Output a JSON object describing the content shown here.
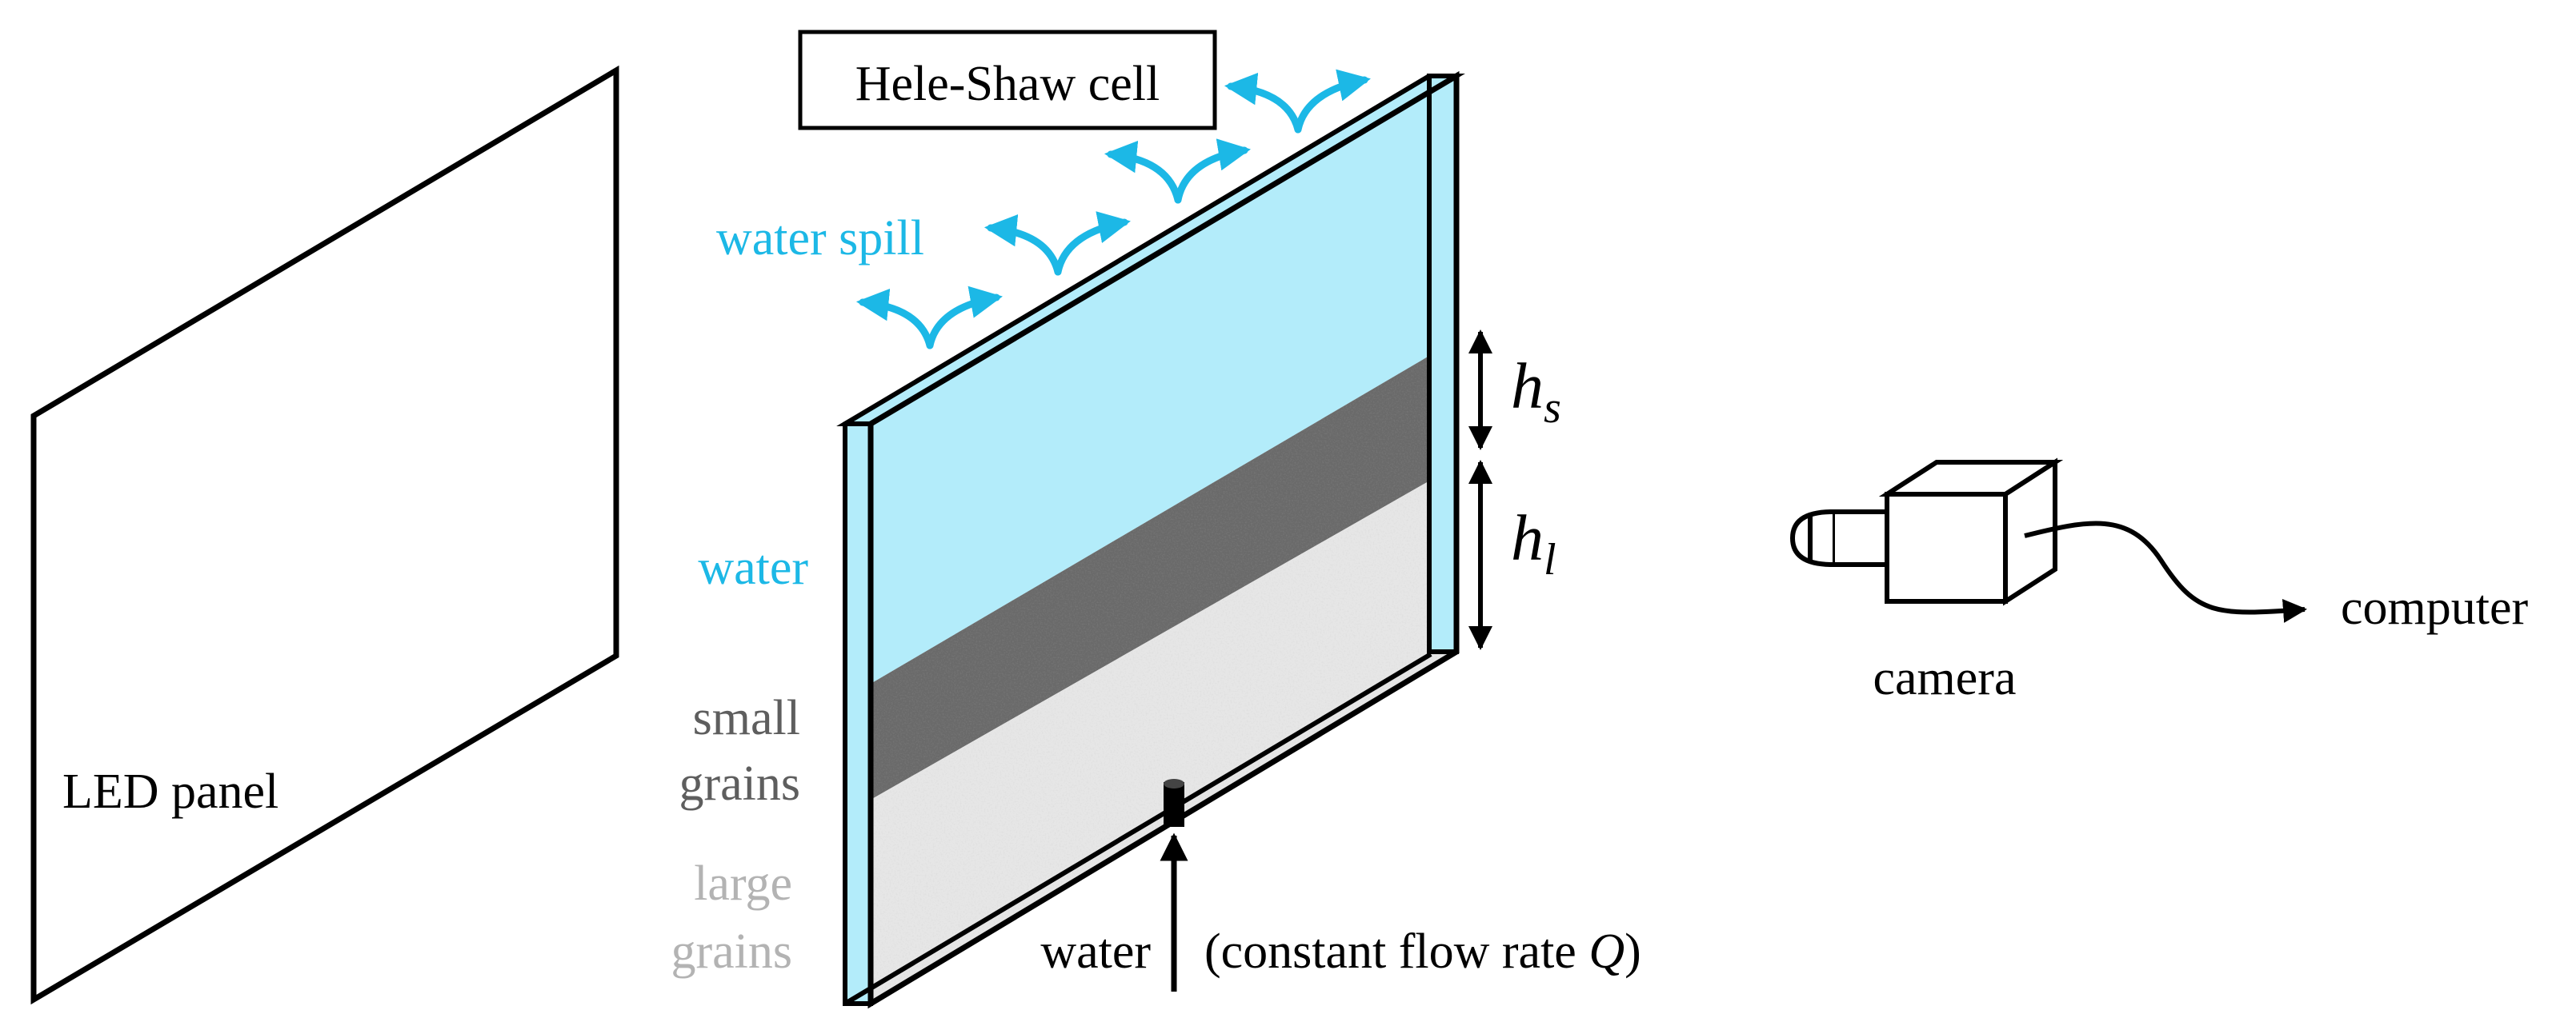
{
  "labels": {
    "cell": "Hele-Shaw cell",
    "spill": "water spill",
    "water_side": "water",
    "small_1": "small",
    "small_2": "grains",
    "large_1": "large",
    "large_2": "grains",
    "led": "LED panel",
    "inlet_water": "water",
    "inlet_rate": "(constant flow rate ",
    "inlet_q": "Q",
    "inlet_close": ")",
    "camera": "camera",
    "computer": "computer",
    "hs_base": "h",
    "hs_sub": "s",
    "hl_base": "h",
    "hl_sub": "l"
  },
  "colors": {
    "water": "#b3ecfa",
    "water_label": "#1cb8e6",
    "small_grains": "#6a6a6a",
    "large_grains": "#e6e6e6",
    "outline": "#000000"
  }
}
